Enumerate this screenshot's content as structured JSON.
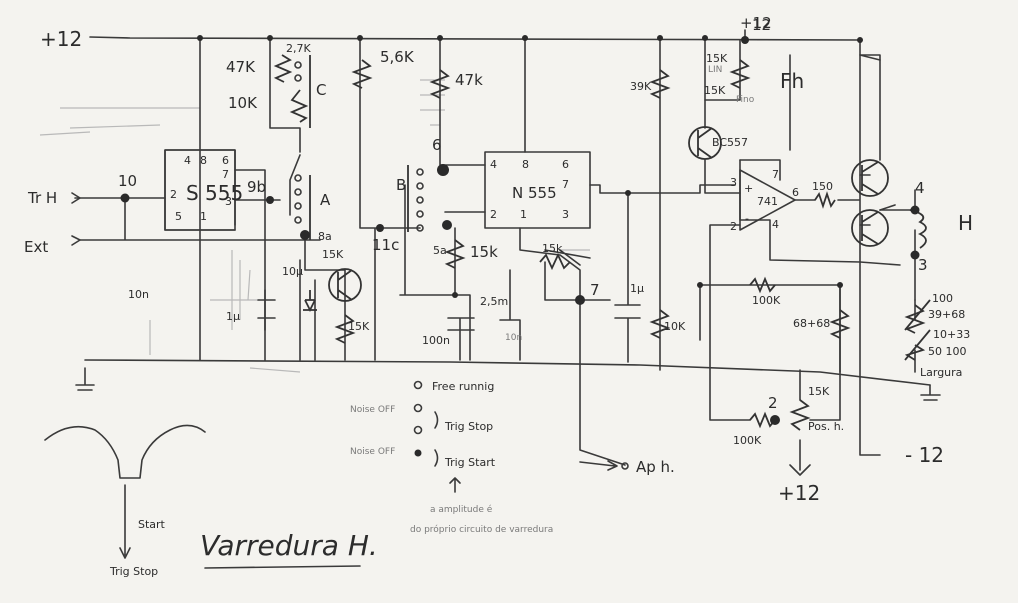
{
  "title": "Varredura H.",
  "rails": {
    "pos": "+12",
    "neg": "- 12",
    "pos_bottom": "+12"
  },
  "ic_555": {
    "name": "S 555",
    "pins": [
      "4",
      "8",
      "6",
      "7",
      "2",
      "3",
      "5",
      "1"
    ]
  },
  "ic_n555": {
    "name": "N 555",
    "pins": [
      "4",
      "8",
      "6",
      "7",
      "2",
      "1",
      "3"
    ]
  },
  "opamp": {
    "name": "741",
    "pins": [
      "3",
      "2",
      "6",
      "7",
      "4"
    ],
    "plus": "+",
    "minus": "-"
  },
  "transistor_fh": "BC557",
  "inputs": {
    "trig": "Tr H",
    "ext": "Ext"
  },
  "switch_labels": {
    "c": "C",
    "a": "A",
    "b": "B"
  },
  "outputs": {
    "fh": "Fh",
    "h": "H",
    "aph": "Ap h."
  },
  "nodes": [
    "10",
    "9b",
    "8a",
    "6",
    "5a",
    "11c",
    "7",
    "4",
    "3",
    "2",
    "12"
  ],
  "components": {
    "r47k_a": "47K",
    "r10k_a": "10K",
    "r27k": "2,7K",
    "r56k": "5,6K",
    "r47k_b": "47k",
    "r15k_a": "15K",
    "r15k_b": "15k",
    "r15k_c": "15k",
    "r39k": "39K",
    "r15k_lin": "15K",
    "r15k_fino": "15K",
    "lin": "LIN",
    "fino": "Fino",
    "r10k_b": "10K",
    "r150": "150",
    "r100k_a": "100K",
    "r100k_b": "100K",
    "r68": "68+68",
    "r15k_pos": "15K",
    "pos_h": "Pos. h.",
    "r100_a": "100",
    "r39_68": "39+68",
    "r10_33": "10+33",
    "r50_100": "50 100",
    "largura": "Largura",
    "c10n_a": "10n",
    "c1u_a": "1µ",
    "c10u": "10µ",
    "c25m": "2,5m",
    "c100n": "100n",
    "c1u_b": "1µ",
    "c10n_b": "10n"
  },
  "legend": {
    "items": [
      "Free runnig",
      "Trig Stop",
      "Trig Start"
    ],
    "pre": [
      "Noise OFF",
      "Noise OFF"
    ],
    "note": [
      "a amplitude é",
      "do próprio circuito de varredura"
    ]
  },
  "waveform": {
    "start": "Start",
    "stop": "Trig Stop"
  }
}
